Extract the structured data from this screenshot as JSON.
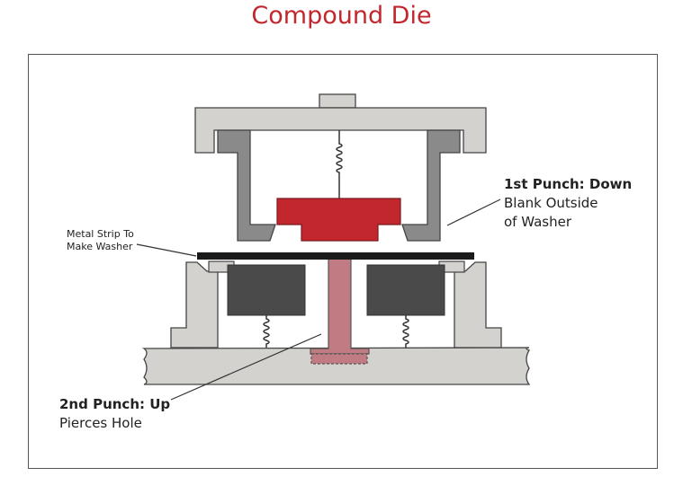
{
  "title": "Compound Die",
  "labels": {
    "metal_strip_line1": "Metal Strip To",
    "metal_strip_line2": "Make Washer",
    "punch1_title": "1st Punch: Down",
    "punch1_desc_line1": "Blank Outside",
    "punch1_desc_line2": "of Washer",
    "punch2_title": "2nd Punch: Up",
    "punch2_desc": "Pierces Hole"
  },
  "colors": {
    "title": "#c1272d",
    "punch_red": "#c1272d",
    "pierce_pink": "#c17b82",
    "die_light": "#d4d2cf",
    "die_mid": "#8a8a8a",
    "die_dark": "#4a4a4a",
    "strip": "#1a1a1a"
  }
}
